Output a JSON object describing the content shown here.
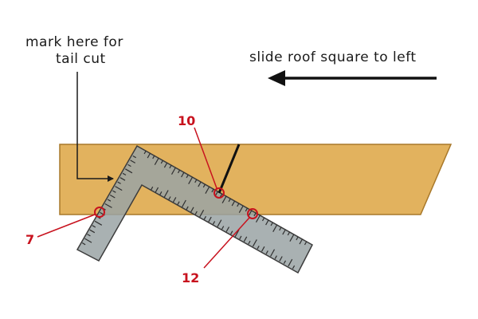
{
  "annotations": {
    "mark_line1": "mark here for",
    "mark_line2": "tail cut",
    "slide_text": "slide roof square to left"
  },
  "callouts": {
    "c7": "7",
    "c10": "10",
    "c12": "12"
  },
  "colors": {
    "rafter_fill": "#e2b25e",
    "rafter_stroke": "#a8782a",
    "square_fill": "#9aa3a4",
    "square_stroke": "#3c3c3c",
    "callout_red": "#c8121e",
    "ink": "#1a1a1a"
  },
  "icons": {
    "slide_arrow": "left-arrow-icon",
    "pointer_arrow": "right-arrow-icon"
  }
}
